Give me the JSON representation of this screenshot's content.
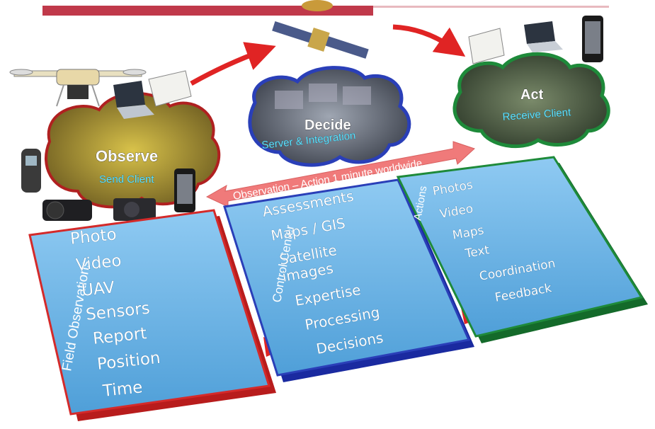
{
  "clouds": {
    "observe": {
      "title": "Observe",
      "subtitle": "Send Client"
    },
    "decide": {
      "title": "Decide",
      "subtitle": "Server & Integration"
    },
    "act": {
      "title": "Act",
      "subtitle": "Receive Client"
    }
  },
  "banner": {
    "text": "Observation – Action 1 minute worldwide"
  },
  "panels": {
    "field": {
      "label": "Field Observations",
      "items": [
        "Photo",
        "Video",
        "UAV",
        "Sensors",
        "Report",
        "Position",
        "Time"
      ],
      "color": "#d42a2a"
    },
    "control": {
      "label": "Control Center",
      "items": [
        "Assessments",
        "Maps / GIS",
        "Satellite",
        "images",
        "Expertise",
        "Processing",
        "Decisions"
      ],
      "color": "#2a3fb8"
    },
    "actions": {
      "label": "Actions",
      "items": [
        "Photos",
        "Video",
        "Maps",
        "Text",
        "Coordination",
        "Feedback"
      ],
      "color": "#1e8a3a"
    }
  },
  "colors": {
    "panel_fill": "#6ab4e8",
    "arrow_red": "#e02424",
    "banner": "#f07a7a",
    "top_bar": "#c0394a"
  },
  "icons": [
    "drone-icon",
    "laptop-icon",
    "book-icon",
    "satellite-icon",
    "smartphone-icon",
    "camera-icon",
    "weather-meter-icon"
  ]
}
